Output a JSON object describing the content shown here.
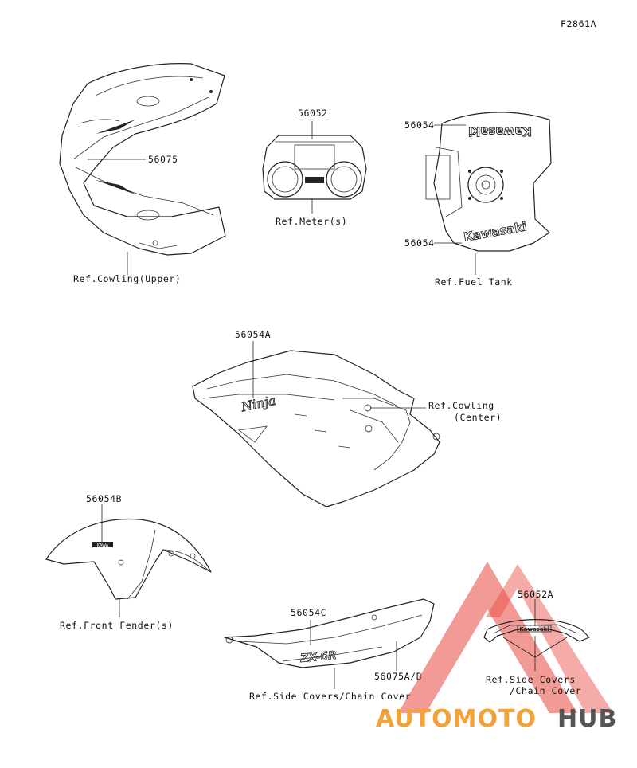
{
  "diagram_code": "F2861A",
  "labels": {
    "p56075": "56075",
    "p56052": "56052",
    "p56054_top": "56054",
    "p56054_bottom": "56054",
    "p56054A": "56054A",
    "p56054B": "56054B",
    "p56054C": "56054C",
    "p56075AB": "56075A/B",
    "p56052A": "56052A",
    "ref_cowling_upper": "Ref.Cowling(Upper)",
    "ref_meter": "Ref.Meter(s)",
    "ref_fuel_tank": "Ref.Fuel Tank",
    "ref_cowling_center_1": "Ref.Cowling",
    "ref_cowling_center_2": "(Center)",
    "ref_front_fender": "Ref.Front Fender(s)",
    "ref_side_covers_1": "Ref.Side Covers/Chain Cover",
    "ref_side_covers_2a": "Ref.Side Covers",
    "ref_side_covers_2b": "/Chain Cover"
  },
  "decal_text": {
    "tank_top": "Kawasaki",
    "tank_bottom": "Kawasaki",
    "cowl_logo": "Ninja",
    "side_cover": "ZX-6R",
    "tail_decal": "Kawasaki",
    "fender_badge": "KAWA"
  },
  "watermark": {
    "part1": "AUTOMOTO",
    "part2": "HUB",
    "color_primary": "#e8473f",
    "color_secondary": "#f2a23a",
    "color_dark": "#555555"
  }
}
